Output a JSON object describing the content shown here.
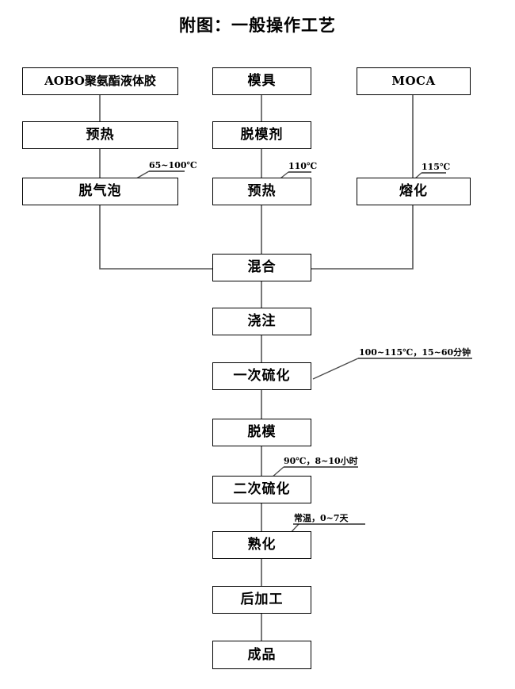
{
  "title": "附图：一般操作工艺",
  "diagram": {
    "type": "flowchart",
    "orientation": "top-down",
    "columns": [
      "left",
      "middle",
      "right"
    ],
    "nodes": [
      {
        "id": "raw-adhesive",
        "label": "AOBO聚氨酯液体胶",
        "column": "left",
        "style": "mixed"
      },
      {
        "id": "mold",
        "label": "模具",
        "column": "middle",
        "style": "cjk"
      },
      {
        "id": "moca",
        "label": "MOCA",
        "column": "right",
        "style": "latin"
      },
      {
        "id": "preheat-adhesive",
        "label": "预热",
        "column": "left",
        "style": "cjk"
      },
      {
        "id": "release-agent",
        "label": "脱模剂",
        "column": "middle",
        "style": "cjk"
      },
      {
        "id": "degas",
        "label": "脱气泡",
        "column": "left",
        "style": "cjk"
      },
      {
        "id": "preheat-mold",
        "label": "预热",
        "column": "middle",
        "style": "cjk"
      },
      {
        "id": "melt",
        "label": "熔化",
        "column": "right",
        "style": "cjk"
      },
      {
        "id": "mixing",
        "label": "混合",
        "column": "middle",
        "style": "cjk"
      },
      {
        "id": "casting",
        "label": "浇注",
        "column": "middle",
        "style": "cjk"
      },
      {
        "id": "first-cure",
        "label": "一次硫化",
        "column": "middle",
        "style": "cjk"
      },
      {
        "id": "demold",
        "label": "脱模",
        "column": "middle",
        "style": "cjk"
      },
      {
        "id": "second-cure",
        "label": "二次硫化",
        "column": "middle",
        "style": "cjk"
      },
      {
        "id": "maturation",
        "label": "熟化",
        "column": "middle",
        "style": "cjk"
      },
      {
        "id": "post-processing",
        "label": "后加工",
        "column": "middle",
        "style": "cjk"
      },
      {
        "id": "finished-product",
        "label": "成品",
        "column": "middle",
        "style": "cjk"
      }
    ],
    "annotations": [
      {
        "id": "degas-condition",
        "target": "degas",
        "text": "65~100℃"
      },
      {
        "id": "preheat-mold-condition",
        "target": "preheat-mold",
        "text": "110℃"
      },
      {
        "id": "melt-condition",
        "target": "melt",
        "text": "115℃"
      },
      {
        "id": "first-cure-condition",
        "target": "first-cure",
        "text": "100~115℃，15~60分钟"
      },
      {
        "id": "second-cure-condition",
        "target": "second-cure",
        "text": "90℃，8~10小时"
      },
      {
        "id": "maturation-condition",
        "target": "maturation",
        "text": "常温，0~7天"
      }
    ],
    "edges": [
      {
        "from": "raw-adhesive",
        "to": "preheat-adhesive"
      },
      {
        "from": "preheat-adhesive",
        "to": "degas"
      },
      {
        "from": "degas",
        "to": "mixing"
      },
      {
        "from": "mold",
        "to": "release-agent"
      },
      {
        "from": "release-agent",
        "to": "preheat-mold"
      },
      {
        "from": "preheat-mold",
        "to": "mixing"
      },
      {
        "from": "moca",
        "to": "melt"
      },
      {
        "from": "melt",
        "to": "mixing"
      },
      {
        "from": "mixing",
        "to": "casting"
      },
      {
        "from": "casting",
        "to": "first-cure"
      },
      {
        "from": "first-cure",
        "to": "demold"
      },
      {
        "from": "demold",
        "to": "second-cure"
      },
      {
        "from": "second-cure",
        "to": "maturation"
      },
      {
        "from": "maturation",
        "to": "post-processing"
      },
      {
        "from": "post-processing",
        "to": "finished-product"
      }
    ]
  },
  "colors": {
    "background": "#ffffff",
    "box_border": "#000000",
    "wire": "#555555",
    "text": "#000000"
  }
}
